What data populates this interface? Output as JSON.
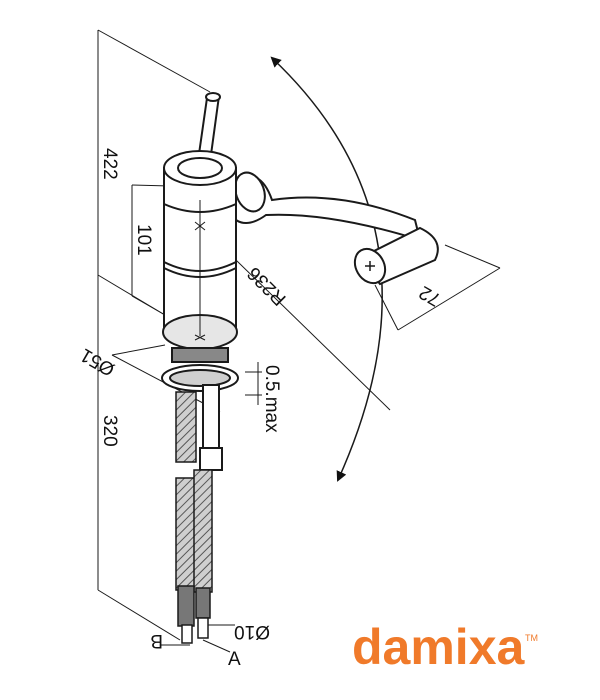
{
  "dimensions": {
    "total_height": "422",
    "body_height": "101",
    "lower_height": "320",
    "base_diameter": "Ø51",
    "mount_thickness": "0.5.max",
    "swivel_radius": "R236",
    "spout_depth": "72",
    "hose_diameter": "Ø10",
    "label_a": "A",
    "label_b": "B"
  },
  "brand": {
    "name": "damixa",
    "trademark": "TM",
    "color": "#f07a2a"
  }
}
